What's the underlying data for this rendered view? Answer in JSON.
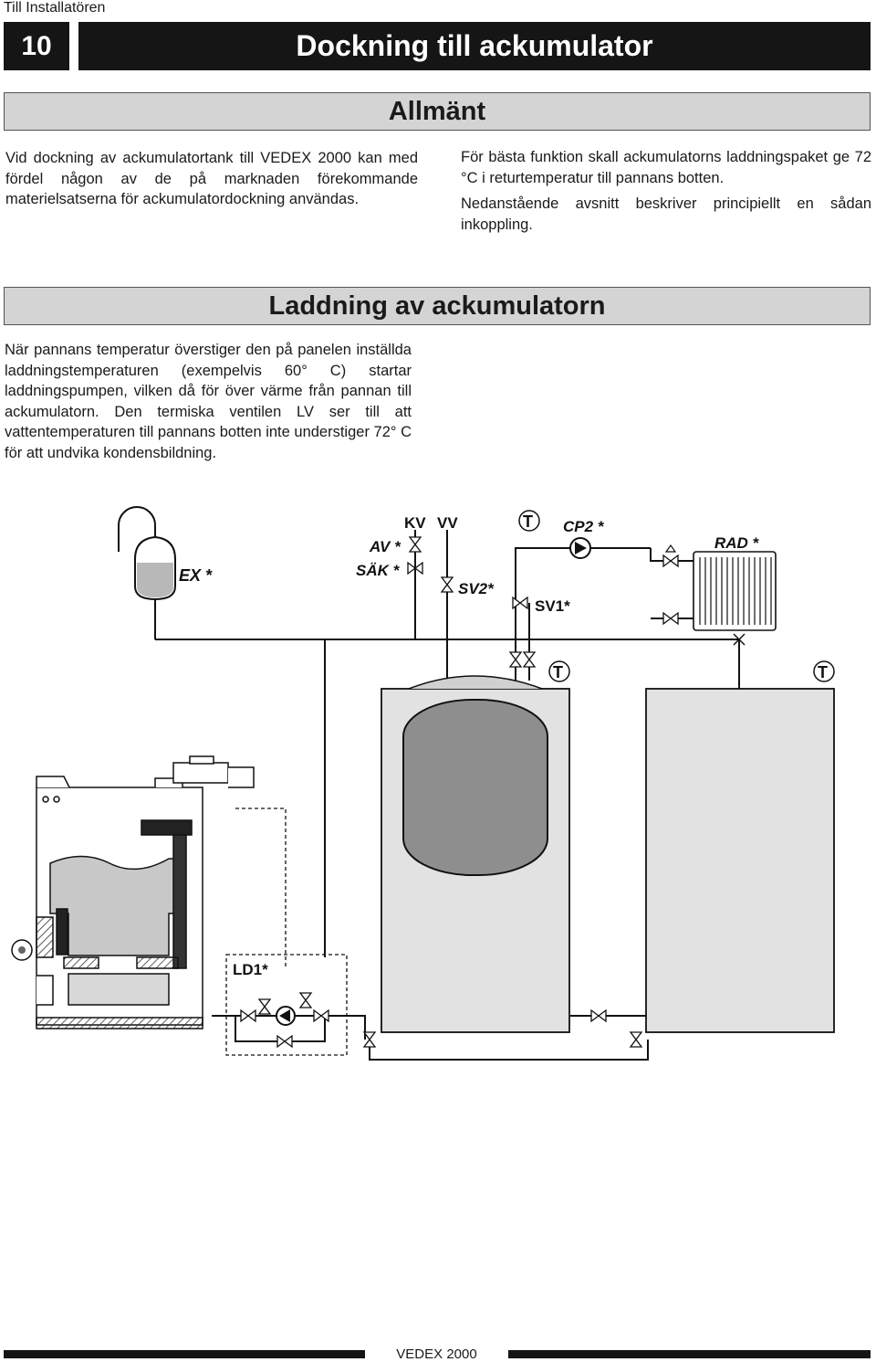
{
  "header": {
    "running_head": "Till Installatören",
    "page_number": "10",
    "title": "Dockning till ackumulator"
  },
  "section_general": {
    "heading": "Allmänt",
    "left_text": "Vid dockning av ackumulatortank till VEDEX 2000 kan med fördel någon av de på marknaden förekommande materielsatserna för ackumulatordockning användas.",
    "right_text_1": "För bästa funktion skall ackumulatorns laddningspaket ge 72 °C i returtemperatur till pannans botten.",
    "right_text_2": "Nedanstående avsnitt beskriver principiellt en sådan inkoppling."
  },
  "section_charging": {
    "heading": "Laddning av ackumulatorn",
    "text": "När pannans temperatur överstiger den på panelen inställda laddningstemperaturen (exempelvis 60° C) startar laddningspumpen, vilken då för över värme från pannan till ackumulatorn. Den termiska ventilen LV ser till att vattentemperaturen till pannans botten inte understiger 72° C för att undvika kondensbildning."
  },
  "diagram": {
    "labels": {
      "ex": "EX *",
      "kv": "KV",
      "vv": "VV",
      "av": "AV *",
      "sak": "SÄK *",
      "sv2": "SV2*",
      "t": "T",
      "cp2": "CP2 *",
      "rad": "RAD *",
      "sv1": "SV1*",
      "ld1": "LD1*"
    }
  },
  "footer": {
    "brand": "VEDEX 2000"
  }
}
